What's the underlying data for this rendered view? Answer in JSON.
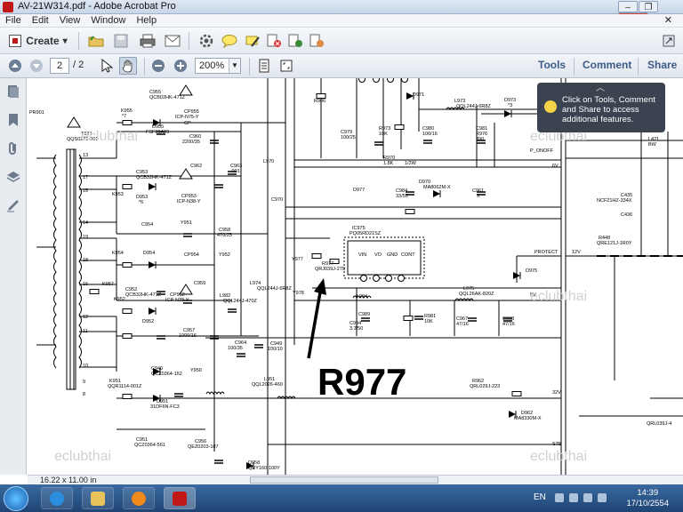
{
  "window": {
    "title": "AV-21W314.pdf - Adobe Acrobat Pro",
    "controls": {
      "minimize": "–",
      "restore": "❐",
      "close": "✕"
    }
  },
  "menu": {
    "items": [
      "File",
      "Edit",
      "View",
      "Window",
      "Help"
    ],
    "close_doc": "✕"
  },
  "toolbar": {
    "create_label": "Create",
    "create_dropdown": "▾"
  },
  "navigation": {
    "page_current": "2",
    "page_total": "/ 2",
    "zoom_value": "200%"
  },
  "right_links": {
    "tools": "Tools",
    "comment": "Comment",
    "share": "Share"
  },
  "callout": {
    "text": "Click on Tools, Comment and Share to access additional features."
  },
  "status": {
    "page_size": "16.22 x 11.00 in"
  },
  "taskbar": {
    "language": "EN",
    "time": "14:39",
    "date": "17/10/2554"
  },
  "schematic": {
    "big_label": "R977",
    "watermark": "eclubthai",
    "labels": [
      "R906",
      "D971",
      "L973",
      "QQL244J-6R8Z",
      "D973",
      "*3",
      "C955",
      "QCB02HK-471Z",
      "K955",
      "*7",
      "D955",
      "FSF05A20",
      "CP955",
      "ICP-N75-Y",
      "C960",
      "2200/35",
      "CP",
      "T921",
      "QQS0271-001",
      "PR901",
      "C979",
      "100/25",
      "R973",
      "10K",
      "C980",
      "100/16",
      "C981",
      "R976",
      "390",
      "P_ONOFF",
      "6V",
      "L421",
      "BW",
      "R970",
      "1.8K",
      "1/2W",
      "C953",
      "QCB32HK-471Z",
      "K953",
      "D953",
      "*6",
      "CP953",
      "ICP-N38-Y",
      "C962",
      "C963",
      ".001",
      "L970",
      "C970",
      "D977",
      "C984",
      "33/50",
      "D970",
      "MA8062M-X",
      "C961",
      "X",
      "C435",
      "NCF21HZ-334X",
      "C436",
      "R448",
      "QRE121J-1R0Y",
      "Y951",
      "C958",
      "470/25",
      "C954",
      "K954",
      "D954",
      "CP954",
      "IC975",
      "PQ05RD21SZ",
      "VIN",
      "VO",
      "GND",
      "CONT",
      "PROTECT",
      "12V",
      "Y952",
      "Y977",
      "R977",
      "QRJ039J-270",
      "D975",
      "K957",
      "K952",
      "C952",
      "QCB32HK-471Z",
      "D952",
      "CP952",
      "ICP-N38-Y",
      "C959",
      "L982",
      "QQL244J-470Z",
      "L974",
      "QQL244J-6R8Z",
      "Y978",
      "L994",
      "C989",
      "L975",
      "QQL26AK-820Z",
      "5V",
      "C957",
      "1000/16",
      "C964",
      "100/35",
      "C949",
      "100/10",
      "C994",
      "3.3/50",
      "R981",
      "10K",
      "C967",
      "47/16",
      "C968",
      "47/16",
      "K951",
      "QQR1114-001Z",
      "C940",
      "QCZ0364-152",
      "Y950",
      "D951",
      "31DF6N-FC3",
      "L951",
      "QQL2026-460",
      "R962",
      "QRL029J-223",
      "32V",
      "D962",
      "MA8330M-X",
      "QRL039J-4",
      "C951",
      "QCZ0364-561",
      "C956",
      "QEZ0203-107",
      "STB",
      "D958",
      "QUY160-100Y",
      "13",
      "17",
      "15",
      "14",
      "19",
      "18",
      "16",
      "12",
      "11",
      "10",
      "9",
      "8"
    ]
  }
}
